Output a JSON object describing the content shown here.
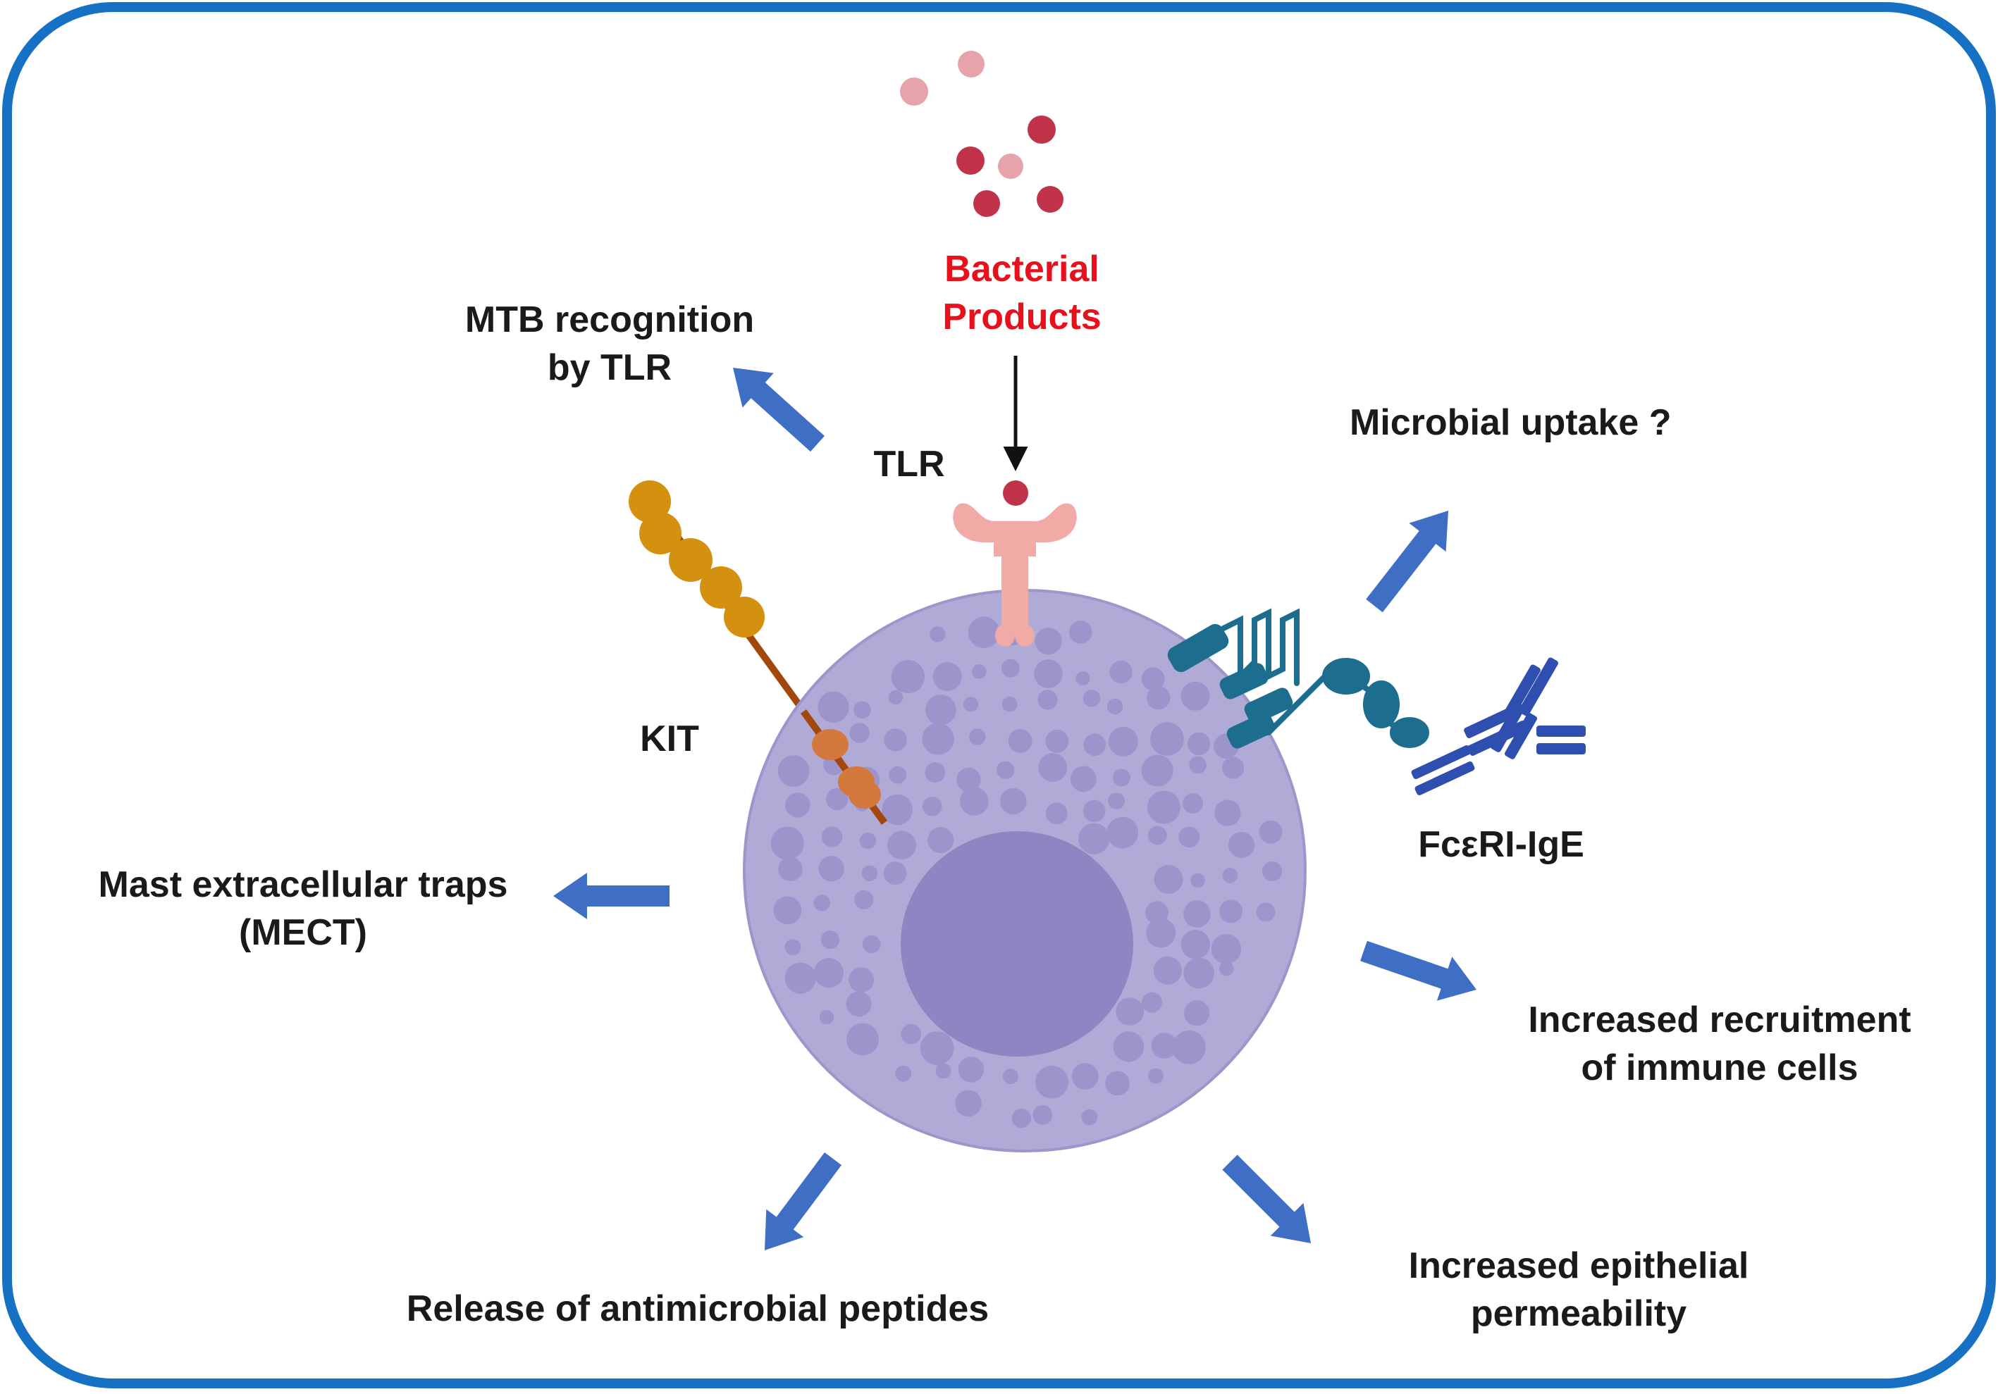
{
  "colors": {
    "frame": "#1670c4",
    "arrow": "#3f6ec5",
    "cell": "#b0aad6",
    "nucleus": "#8e86c2",
    "granule": "#9a93cc",
    "tlr": "#f2aaa6",
    "bacteria_dark": "#c0334a",
    "bacteria_light": "#e6a3aa",
    "kit_bead": "#d4900f",
    "kit_stem": "#a3480d",
    "fceri": "#1d6e8e",
    "ige": "#2f4fb0",
    "highlight_text": "#e8101a"
  },
  "labels": {
    "bacterial_products": "Bacterial\nProducts",
    "mtb_recognition": "MTB recognition\nby TLR",
    "tlr": "TLR",
    "microbial_uptake": "Microbial uptake ?",
    "kit": "KIT",
    "fceri_ige": "FcεRI-IgE",
    "mect": "Mast extracellular traps\n(MECT)",
    "recruitment": "Increased recruitment\nof  immune cells",
    "permeability": "Increased epithelial\npermeability",
    "peptides": "Release of antimicrobial  peptides"
  },
  "icons": [
    "bacteria-particles-icon",
    "tlr-receptor-icon",
    "kit-receptor-icon",
    "fceri-receptor-icon",
    "ige-antibody-icon",
    "mast-cell-icon"
  ]
}
